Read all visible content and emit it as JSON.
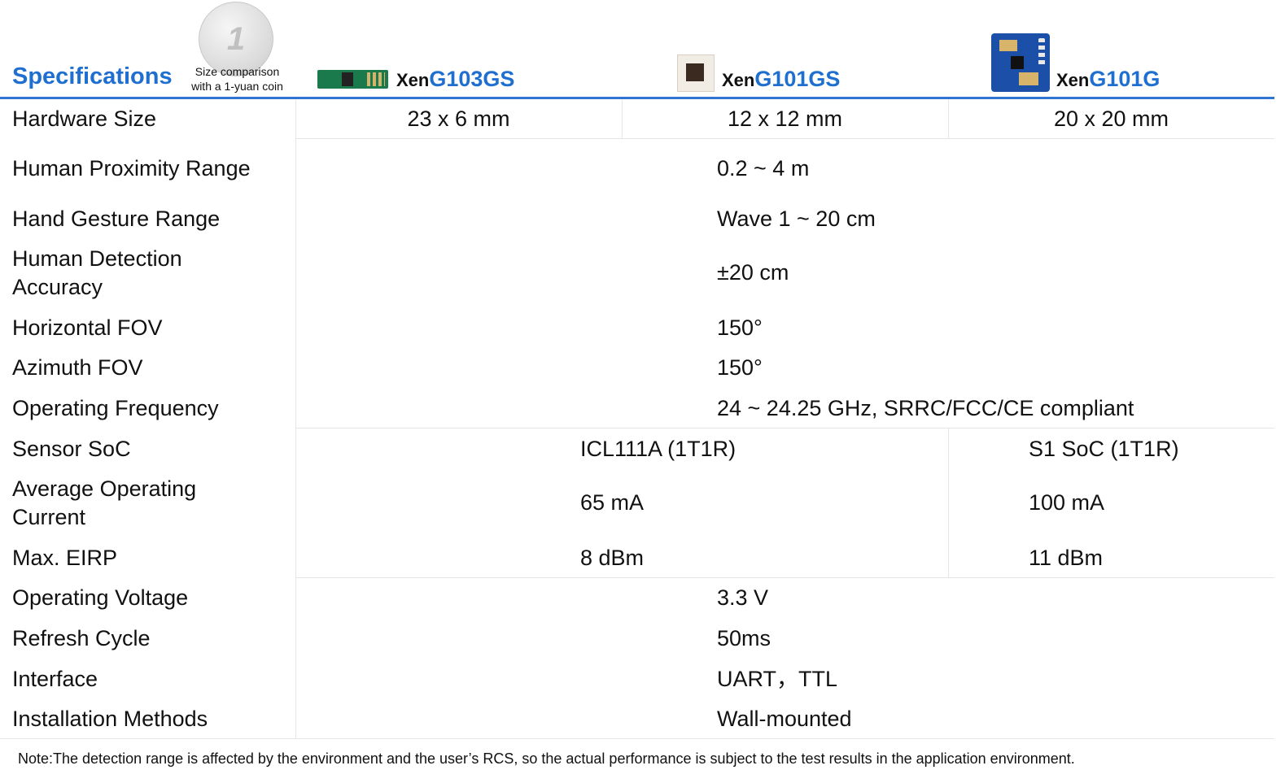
{
  "header": {
    "title": "Specifications",
    "coin_caption_line1": "Size comparison",
    "coin_caption_line2": "with a 1-yuan coin",
    "coin_glyph": "1",
    "products": [
      {
        "prefix": "Xen",
        "model": "G103GS"
      },
      {
        "prefix": "Xen",
        "model": "G101GS"
      },
      {
        "prefix": "Xen",
        "model": "G101G"
      }
    ],
    "accent_color": "#1f6fd1"
  },
  "rows": [
    {
      "label": "Hardware Size",
      "values": [
        "23 x 6 mm",
        "12 x 12 mm",
        "20 x 20 mm"
      ]
    },
    {
      "label": "Human Proximity Range",
      "value": "0.2 ~ 4 m"
    },
    {
      "label": "Hand Gesture Range",
      "value": "Wave 1 ~ 20 cm"
    },
    {
      "label_line1": "Human Detection",
      "label_line2": "Accuracy",
      "value": "±20 cm"
    },
    {
      "label": "Horizontal FOV",
      "value": "150°"
    },
    {
      "label": "Azimuth FOV",
      "value": "150°"
    },
    {
      "label": "Operating Frequency",
      "value": "24 ~ 24.25 GHz, SRRC/FCC/CE compliant"
    },
    {
      "label": "Sensor SoC",
      "values": [
        "ICL111A (1T1R)",
        "S1 SoC (1T1R)"
      ]
    },
    {
      "label_line1": "Average Operating",
      "label_line2": "Current",
      "values": [
        "65 mA",
        "100 mA"
      ]
    },
    {
      "label": "Max. EIRP",
      "values": [
        "8 dBm",
        "11 dBm"
      ]
    },
    {
      "label": "Operating Voltage",
      "value": "3.3 V"
    },
    {
      "label": "Refresh Cycle",
      "value": "50ms"
    },
    {
      "label": "Interface",
      "value": "UART，TTL"
    },
    {
      "label": "Installation Methods",
      "value": "Wall-mounted"
    }
  ],
  "note": "Note:The detection range is affected by the environment and the user’s RCS, so the actual performance is subject to the test results in the application environment."
}
